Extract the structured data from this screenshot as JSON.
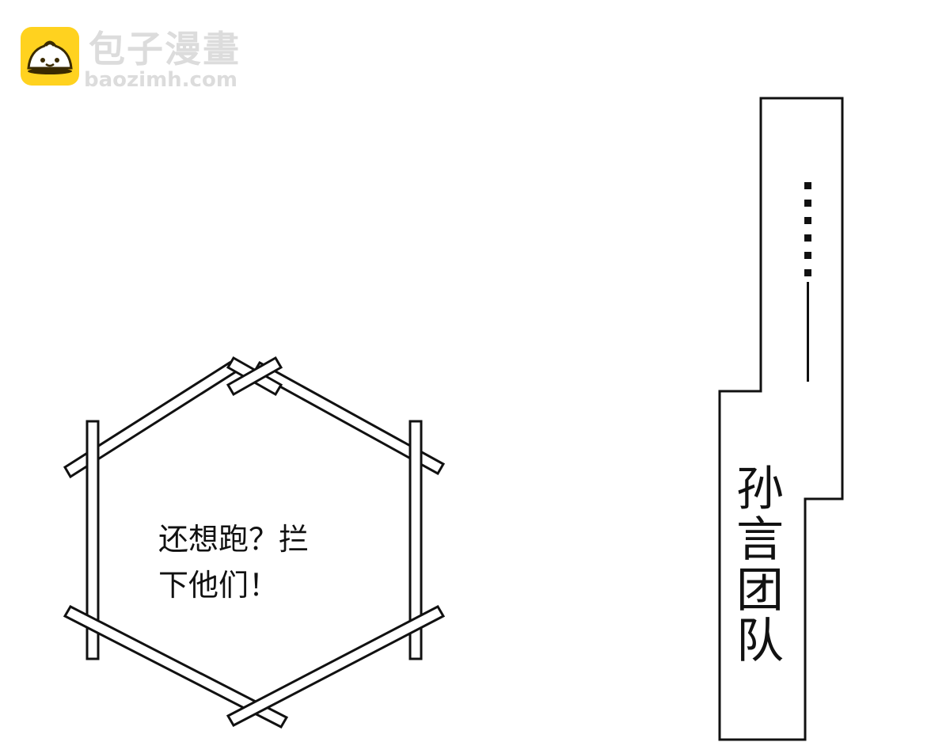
{
  "watermark": {
    "name": "包子漫畫",
    "url": "baozimh.com",
    "logo_icon": "bun-face-icon",
    "logo_color": "#FFD21F"
  },
  "speech": {
    "line1": "还想跑？拦",
    "line2": "下他们！"
  },
  "caption": {
    "ellipsis": "……——",
    "text": "孙言团队"
  }
}
